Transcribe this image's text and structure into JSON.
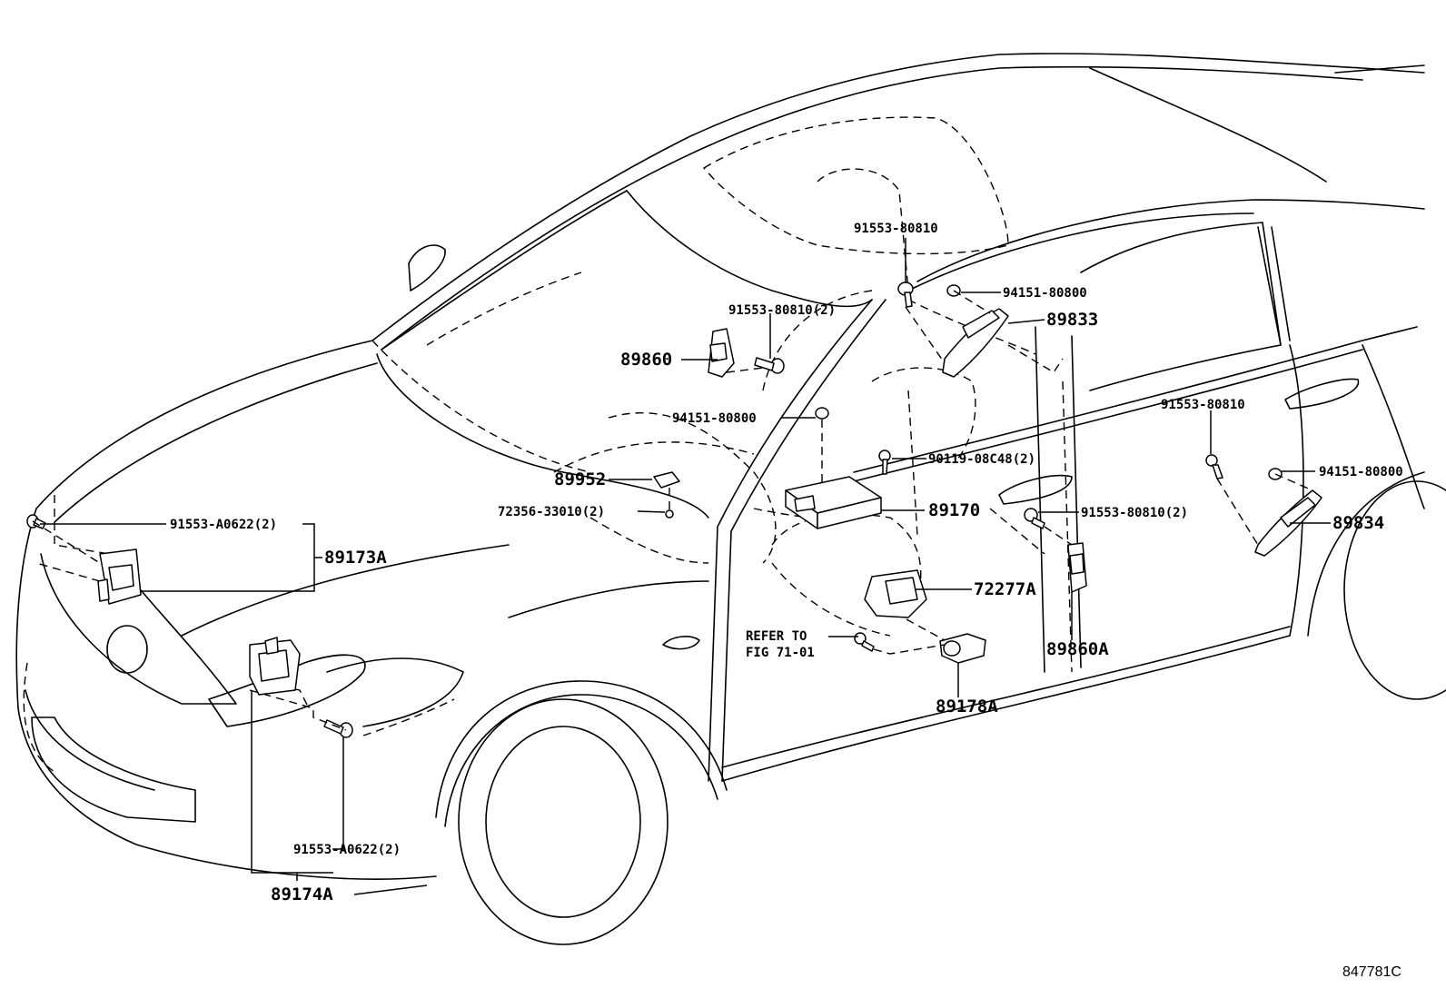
{
  "diagram": {
    "figure_code": "847781C",
    "parts": [
      {
        "id": "p_91553_80810_top",
        "label": "91553-80810"
      },
      {
        "id": "p_94151_80800_top",
        "label": "94151-80800"
      },
      {
        "id": "p_89833",
        "label": "89833"
      },
      {
        "id": "p_91553_80810_2_upper",
        "label": "91553-80810(2)"
      },
      {
        "id": "p_89860",
        "label": "89860"
      },
      {
        "id": "p_94151_80800_mid",
        "label": "94151-80800"
      },
      {
        "id": "p_91553_80810_right",
        "label": "91553-80810"
      },
      {
        "id": "p_90119",
        "label": "90119-08C48(2)"
      },
      {
        "id": "p_94151_80800_right",
        "label": "94151-80800"
      },
      {
        "id": "p_89952",
        "label": "89952"
      },
      {
        "id": "p_72356",
        "label": "72356-33010(2)"
      },
      {
        "id": "p_89170",
        "label": "89170"
      },
      {
        "id": "p_91553_80810_2_lower",
        "label": "91553-80810(2)"
      },
      {
        "id": "p_89834",
        "label": "89834"
      },
      {
        "id": "p_91553_A0622_top",
        "label": "91553-A0622(2)"
      },
      {
        "id": "p_89173A",
        "label": "89173A"
      },
      {
        "id": "p_72277A",
        "label": "72277A"
      },
      {
        "id": "p_refer_1",
        "label": "REFER TO"
      },
      {
        "id": "p_refer_2",
        "label": "FIG 71-01"
      },
      {
        "id": "p_89860A",
        "label": "89860A"
      },
      {
        "id": "p_89178A",
        "label": "89178A"
      },
      {
        "id": "p_91553_A0622_bottom",
        "label": "91553-A0622(2)"
      },
      {
        "id": "p_89174A",
        "label": "89174A"
      }
    ]
  }
}
